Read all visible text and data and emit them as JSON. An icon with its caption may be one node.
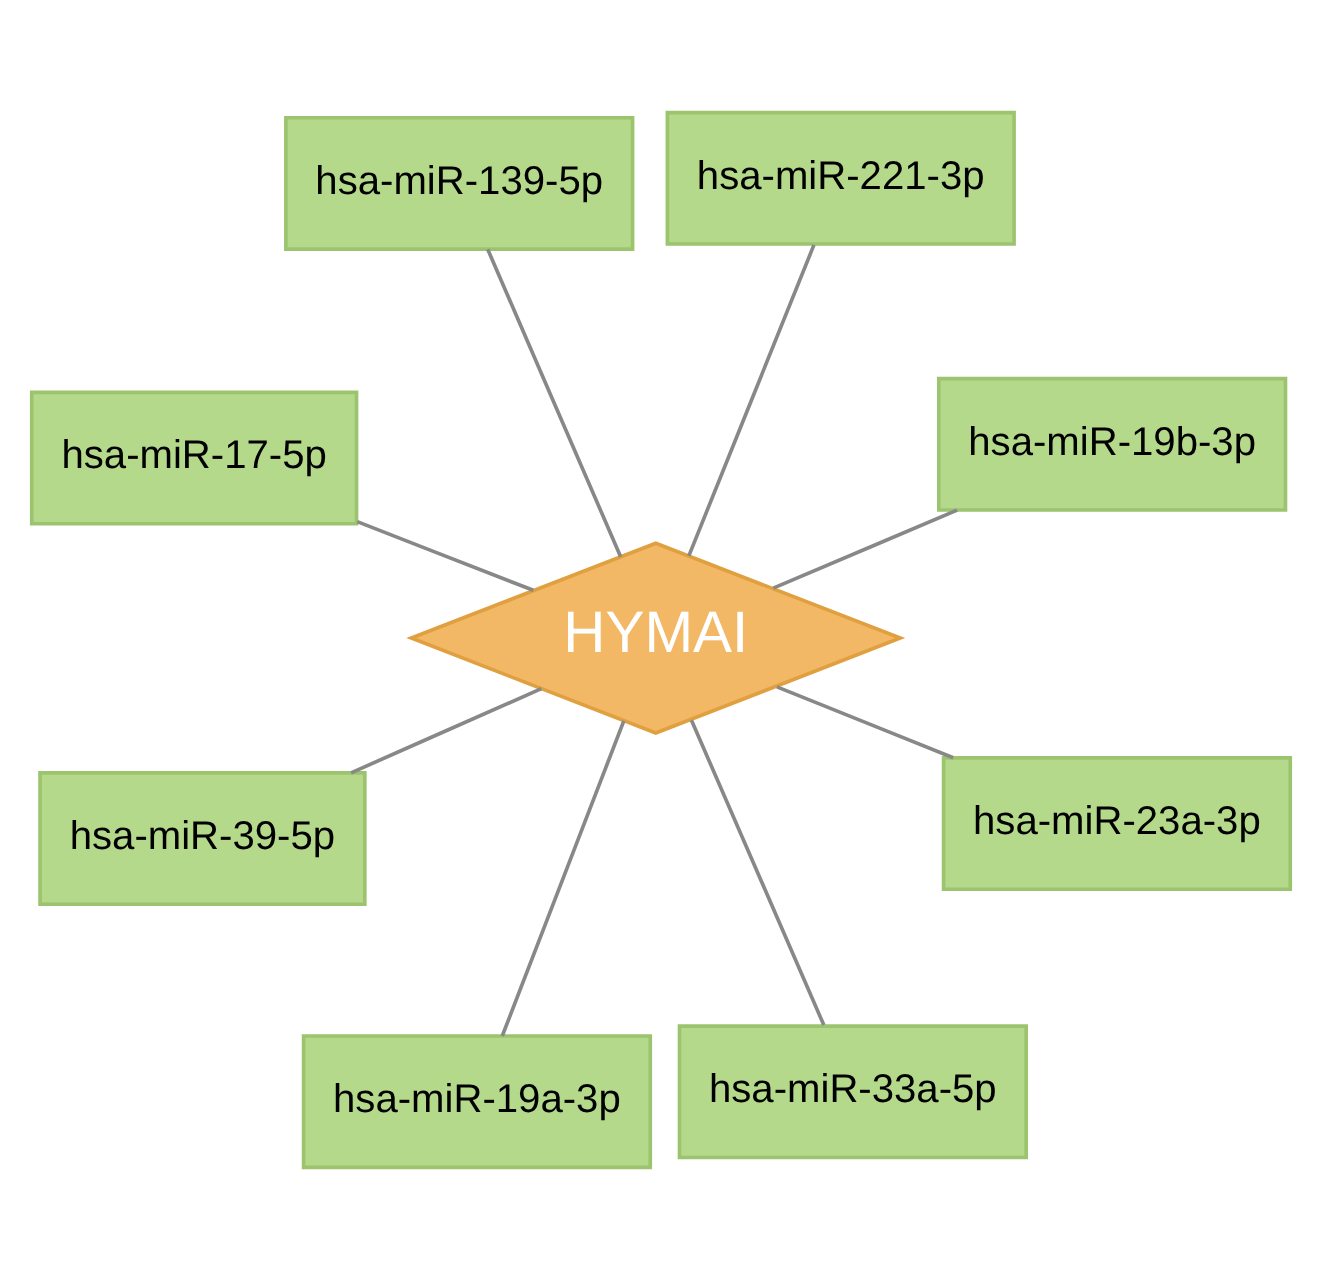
{
  "diagram": {
    "nodes": [
      {
        "text": [
          "hsa-miR-17-5p"
        ]
      },
      {
        "text": [
          "hsa-miR-19b-3p"
        ]
      },
      {
        "text": [
          "hsa-miR-19a-3p"
        ]
      },
      {
        "text": [
          "hsa-miR-139-5p"
        ]
      },
      {
        "text": [
          "hsa-miR-221-3p"
        ]
      },
      {
        "text": [
          "HYMAI"
        ]
      },
      {
        "text": [
          "hsa-miR-39-5p"
        ]
      },
      {
        "text": [
          "hsa-miR-23a-3p"
        ]
      },
      {
        "text": [
          "hsa-miR-33a-5p"
        ]
      }
    ],
    "edges": [
      {
        "from": 5,
        "to": 0,
        "arrow": "none"
      },
      {
        "from": 5,
        "to": 1,
        "arrow": "none"
      },
      {
        "from": 5,
        "to": 2,
        "arrow": "none"
      },
      {
        "from": 5,
        "to": 3,
        "arrow": "none"
      },
      {
        "from": 5,
        "to": 4,
        "arrow": "none"
      },
      {
        "from": 5,
        "to": 6,
        "arrow": "none"
      },
      {
        "from": 5,
        "to": 7,
        "arrow": "none"
      },
      {
        "from": 5,
        "to": 8,
        "arrow": "none"
      }
    ]
  }
}
